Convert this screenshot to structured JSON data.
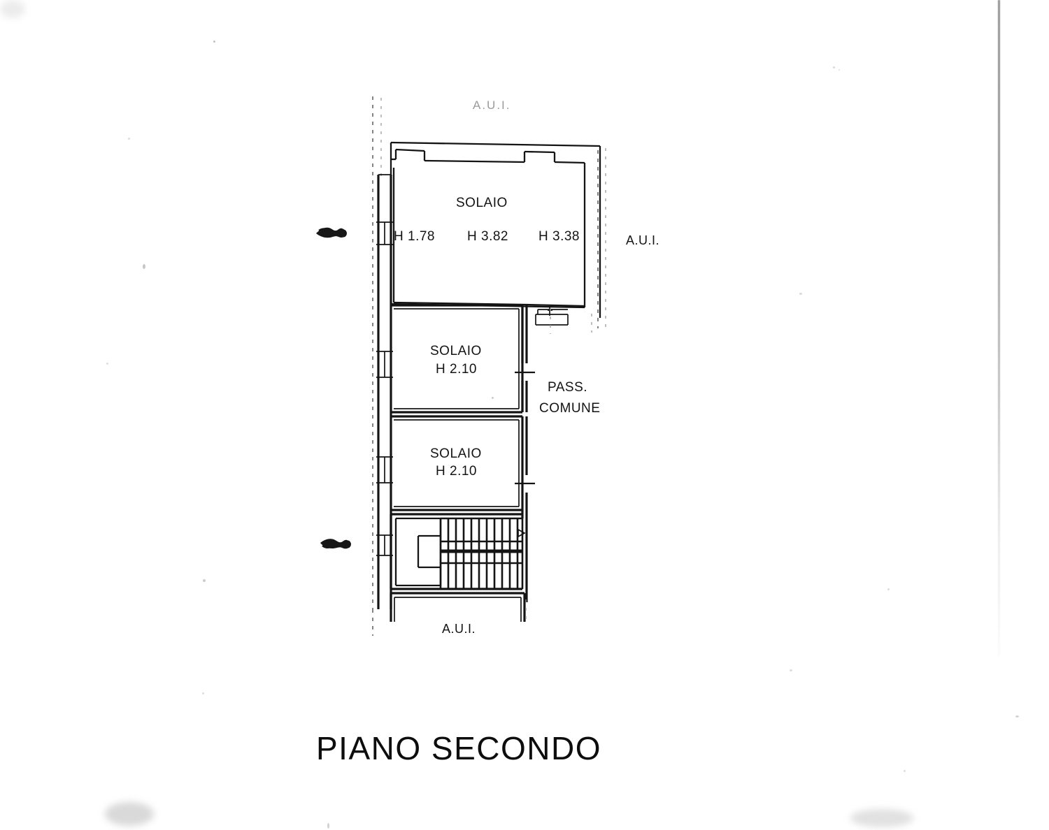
{
  "document": {
    "title": "PIANO SECONDO",
    "kind": "architectural-floor-plan",
    "language": "it"
  },
  "rooms": [
    {
      "id": "solaio-nord",
      "name": "SOLAIO",
      "heights": [
        "H 1.78",
        "H 3.82",
        "H 3.38"
      ]
    },
    {
      "id": "solaio-centro",
      "name": "SOLAIO",
      "heights": [
        "H 2.10"
      ]
    },
    {
      "id": "solaio-sud",
      "name": "SOLAIO",
      "heights": [
        "H 2.10"
      ]
    }
  ],
  "labels": {
    "aui_top": "A.U.I.",
    "aui_right": "A.U.I.",
    "aui_bottom": "A.U.I.",
    "pass_comune_line1": "PASS.",
    "pass_comune_line2": "COMUNE",
    "room_solaio": "SOLAIO",
    "height_1": "H 1.78",
    "height_2": "H 3.82",
    "height_3": "H 3.38",
    "height_4": "H 2.10",
    "height_5": "H 2.10"
  },
  "icons": {
    "ink_marker_upper": "ink-arrow-marker",
    "ink_marker_lower": "ink-arrow-marker",
    "stair_direction": "stair-arrow-icon"
  },
  "colors": {
    "ink": "#141414",
    "paper": "#ffffff",
    "faint_ink": "#8a8a8a",
    "scan_streak": "#3c3c3c"
  },
  "stairs": {
    "flights": 2,
    "steps_per_flight": 11
  }
}
